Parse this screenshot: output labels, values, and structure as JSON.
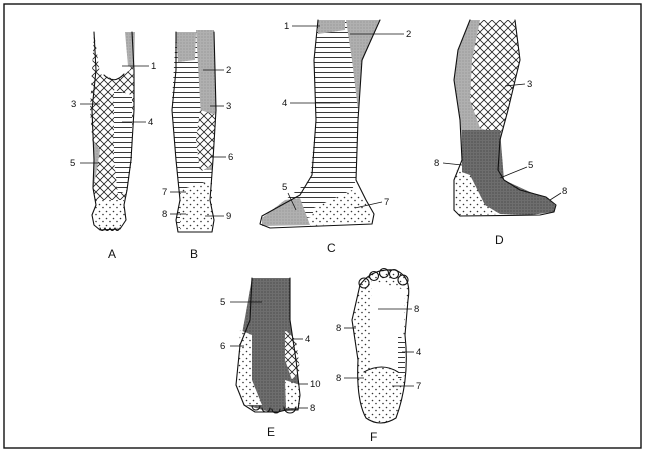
{
  "figure": {
    "panels": [
      {
        "id": "A",
        "caption": "A",
        "labels": [
          "1",
          "3",
          "4",
          "5"
        ]
      },
      {
        "id": "B",
        "caption": "B",
        "labels": [
          "2",
          "3",
          "6",
          "7",
          "8",
          "9"
        ]
      },
      {
        "id": "C",
        "caption": "C",
        "labels": [
          "1",
          "2",
          "4",
          "5",
          "7"
        ]
      },
      {
        "id": "D",
        "caption": "D",
        "labels": [
          "3",
          "8",
          "5",
          "8"
        ]
      },
      {
        "id": "E",
        "caption": "E",
        "labels": [
          "5",
          "6",
          "4",
          "10",
          "8"
        ]
      },
      {
        "id": "F",
        "caption": "F",
        "labels": [
          "8",
          "8",
          "4",
          "8",
          "7"
        ]
      }
    ],
    "colors": {
      "line": "#111111",
      "dark_fill": "#6e6e6e",
      "medium_fill": "#a8a8a8",
      "background": "#ffffff"
    },
    "patterns": [
      "horizontal-hatch",
      "cross-hatch",
      "stipple-dots",
      "dark-stipple"
    ]
  }
}
